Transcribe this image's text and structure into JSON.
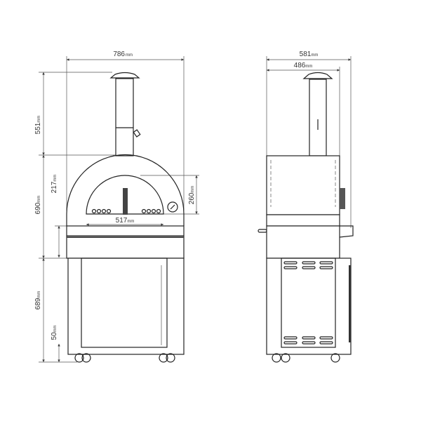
{
  "front_view": {
    "width": {
      "value": "786",
      "unit": "mm"
    },
    "chimney_height": {
      "value": "551",
      "unit": "mm"
    },
    "oven_height": {
      "value": "690",
      "unit": "mm"
    },
    "hearth_height": {
      "value": "217",
      "unit": "mm"
    },
    "door_height": {
      "value": "260",
      "unit": "mm"
    },
    "door_width": {
      "value": "517",
      "unit": "mm"
    },
    "stand_height": {
      "value": "689",
      "unit": "mm"
    },
    "wheel_height": {
      "value": "50",
      "unit": "mm"
    }
  },
  "side_view": {
    "overall_depth": {
      "value": "581",
      "unit": "mm"
    },
    "body_depth": {
      "value": "486",
      "unit": "mm"
    }
  }
}
